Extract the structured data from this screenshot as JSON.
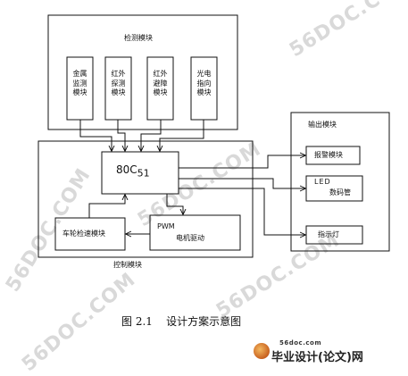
{
  "detection": {
    "title": "检测模块",
    "sensors": [
      "金属\n监测\n模块",
      "红外\n探测\n模块",
      "红外\n避障\n模块",
      "光电\n指向\n模块"
    ]
  },
  "control": {
    "title": "控制模块",
    "mcu_main": "80C",
    "mcu_sub": "51",
    "wheel": "车轮检速模块",
    "pwm": "PWM",
    "motor": "电机驱动"
  },
  "output": {
    "title": "输出模块",
    "alarm": "报警模块",
    "led_top": "LED",
    "led_bottom": "数码管",
    "indicator": "指示灯"
  },
  "caption": "图 2.1    设计方案示意图",
  "watermark": [
    "56DOC.COM",
    "56DOC.COM",
    "56DOC.COM",
    "56DOC.COM",
    "56DOC.COM"
  ],
  "brand": {
    "url": "56doc.com",
    "name": "毕业设计(论文)网"
  }
}
